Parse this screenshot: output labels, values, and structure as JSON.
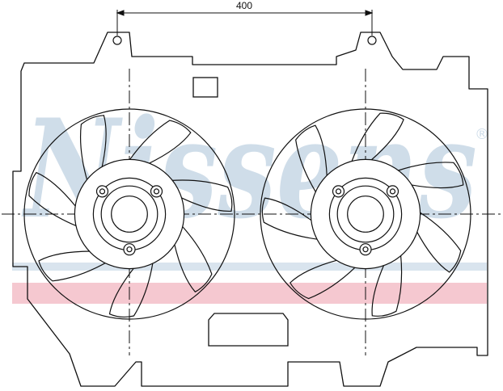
{
  "dimension": {
    "label": "400"
  },
  "watermark": {
    "text": "Nissens",
    "mark": "®",
    "band_color": "#f3c2cb",
    "text_color": "#cfdde9"
  },
  "colors": {
    "line": "#111111",
    "background": "#ffffff"
  },
  "fans": [
    {
      "blades": 7
    },
    {
      "blades": 7
    }
  ]
}
